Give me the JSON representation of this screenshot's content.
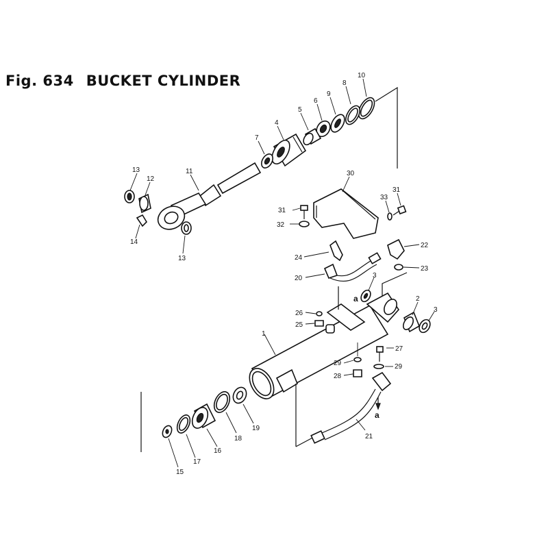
{
  "title": {
    "fig": "Fig. 634",
    "name": "BUCKET CYLINDER"
  },
  "callouts": [
    {
      "id": "c10",
      "text": "10"
    },
    {
      "id": "c8",
      "text": "8"
    },
    {
      "id": "c9",
      "text": "9"
    },
    {
      "id": "c6",
      "text": "6"
    },
    {
      "id": "c5",
      "text": "5"
    },
    {
      "id": "c4",
      "text": "4"
    },
    {
      "id": "c7",
      "text": "7"
    },
    {
      "id": "c13a",
      "text": "13"
    },
    {
      "id": "c12",
      "text": "12"
    },
    {
      "id": "c11",
      "text": "11"
    },
    {
      "id": "c14",
      "text": "14"
    },
    {
      "id": "c13b",
      "text": "13"
    },
    {
      "id": "c30",
      "text": "30"
    },
    {
      "id": "c31a",
      "text": "31"
    },
    {
      "id": "c33",
      "text": "33"
    },
    {
      "id": "c31b",
      "text": "31"
    },
    {
      "id": "c32",
      "text": "32"
    },
    {
      "id": "c22",
      "text": "22"
    },
    {
      "id": "c24",
      "text": "24"
    },
    {
      "id": "c23",
      "text": "23"
    },
    {
      "id": "c20",
      "text": "20"
    },
    {
      "id": "c3a",
      "text": "3"
    },
    {
      "id": "c2",
      "text": "2"
    },
    {
      "id": "c3b",
      "text": "3"
    },
    {
      "id": "c26",
      "text": "26"
    },
    {
      "id": "c25",
      "text": "25"
    },
    {
      "id": "c1",
      "text": "1"
    },
    {
      "id": "c27",
      "text": "27"
    },
    {
      "id": "c29a",
      "text": "29"
    },
    {
      "id": "c29b",
      "text": "29"
    },
    {
      "id": "c28",
      "text": "28"
    },
    {
      "id": "c21",
      "text": "21"
    },
    {
      "id": "c19",
      "text": "19"
    },
    {
      "id": "c18",
      "text": "18"
    },
    {
      "id": "c16",
      "text": "16"
    },
    {
      "id": "c17",
      "text": "17"
    },
    {
      "id": "c15",
      "text": "15"
    }
  ],
  "refs": [
    {
      "id": "ref1",
      "text": "a"
    },
    {
      "id": "ref2",
      "text": "a"
    }
  ]
}
